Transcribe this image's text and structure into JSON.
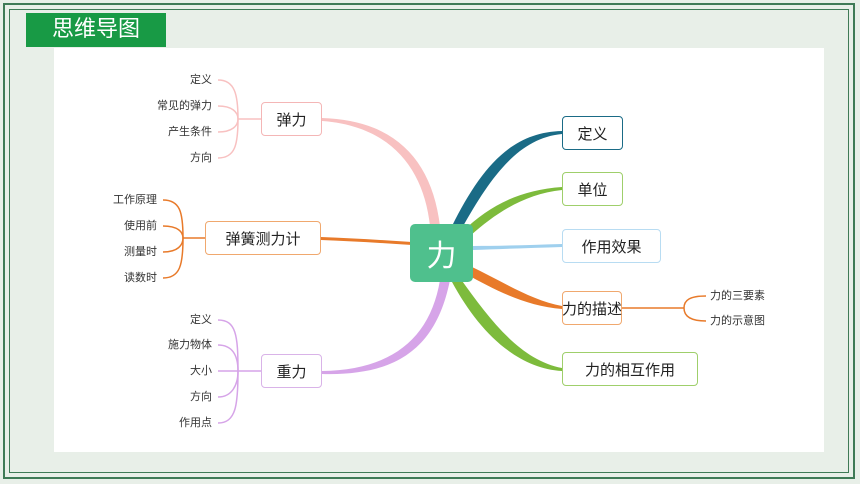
{
  "header": {
    "title": "思维导图"
  },
  "center": {
    "label": "力"
  },
  "colors": {
    "frame": "#3f7a56",
    "tab": "#189a45",
    "center": "#4fc08d",
    "elastic": "#f8c1c1",
    "spring_scale": "#e87a2a",
    "gravity": "#d6a4e8",
    "definition": "#1a6b86",
    "unit": "#7dbb3c",
    "effect": "#9fd0ee",
    "describe": "#e87a2a",
    "mutual": "#7dbb3c"
  },
  "left_branches": [
    {
      "label": "弹力",
      "children": [
        "定义",
        "常见的弹力",
        "产生条件",
        "方向"
      ]
    },
    {
      "label": "弹簧测力计",
      "children": [
        "工作原理",
        "使用前",
        "测量时",
        "读数时"
      ]
    },
    {
      "label": "重力",
      "children": [
        "定义",
        "施力物体",
        "大小",
        "方向",
        "作用点"
      ]
    }
  ],
  "right_branches": [
    {
      "label": "定义"
    },
    {
      "label": "单位"
    },
    {
      "label": "作用效果"
    },
    {
      "label": "力的描述",
      "children": [
        "力的三要素",
        "力的示意图"
      ]
    },
    {
      "label": "力的相互作用"
    }
  ]
}
